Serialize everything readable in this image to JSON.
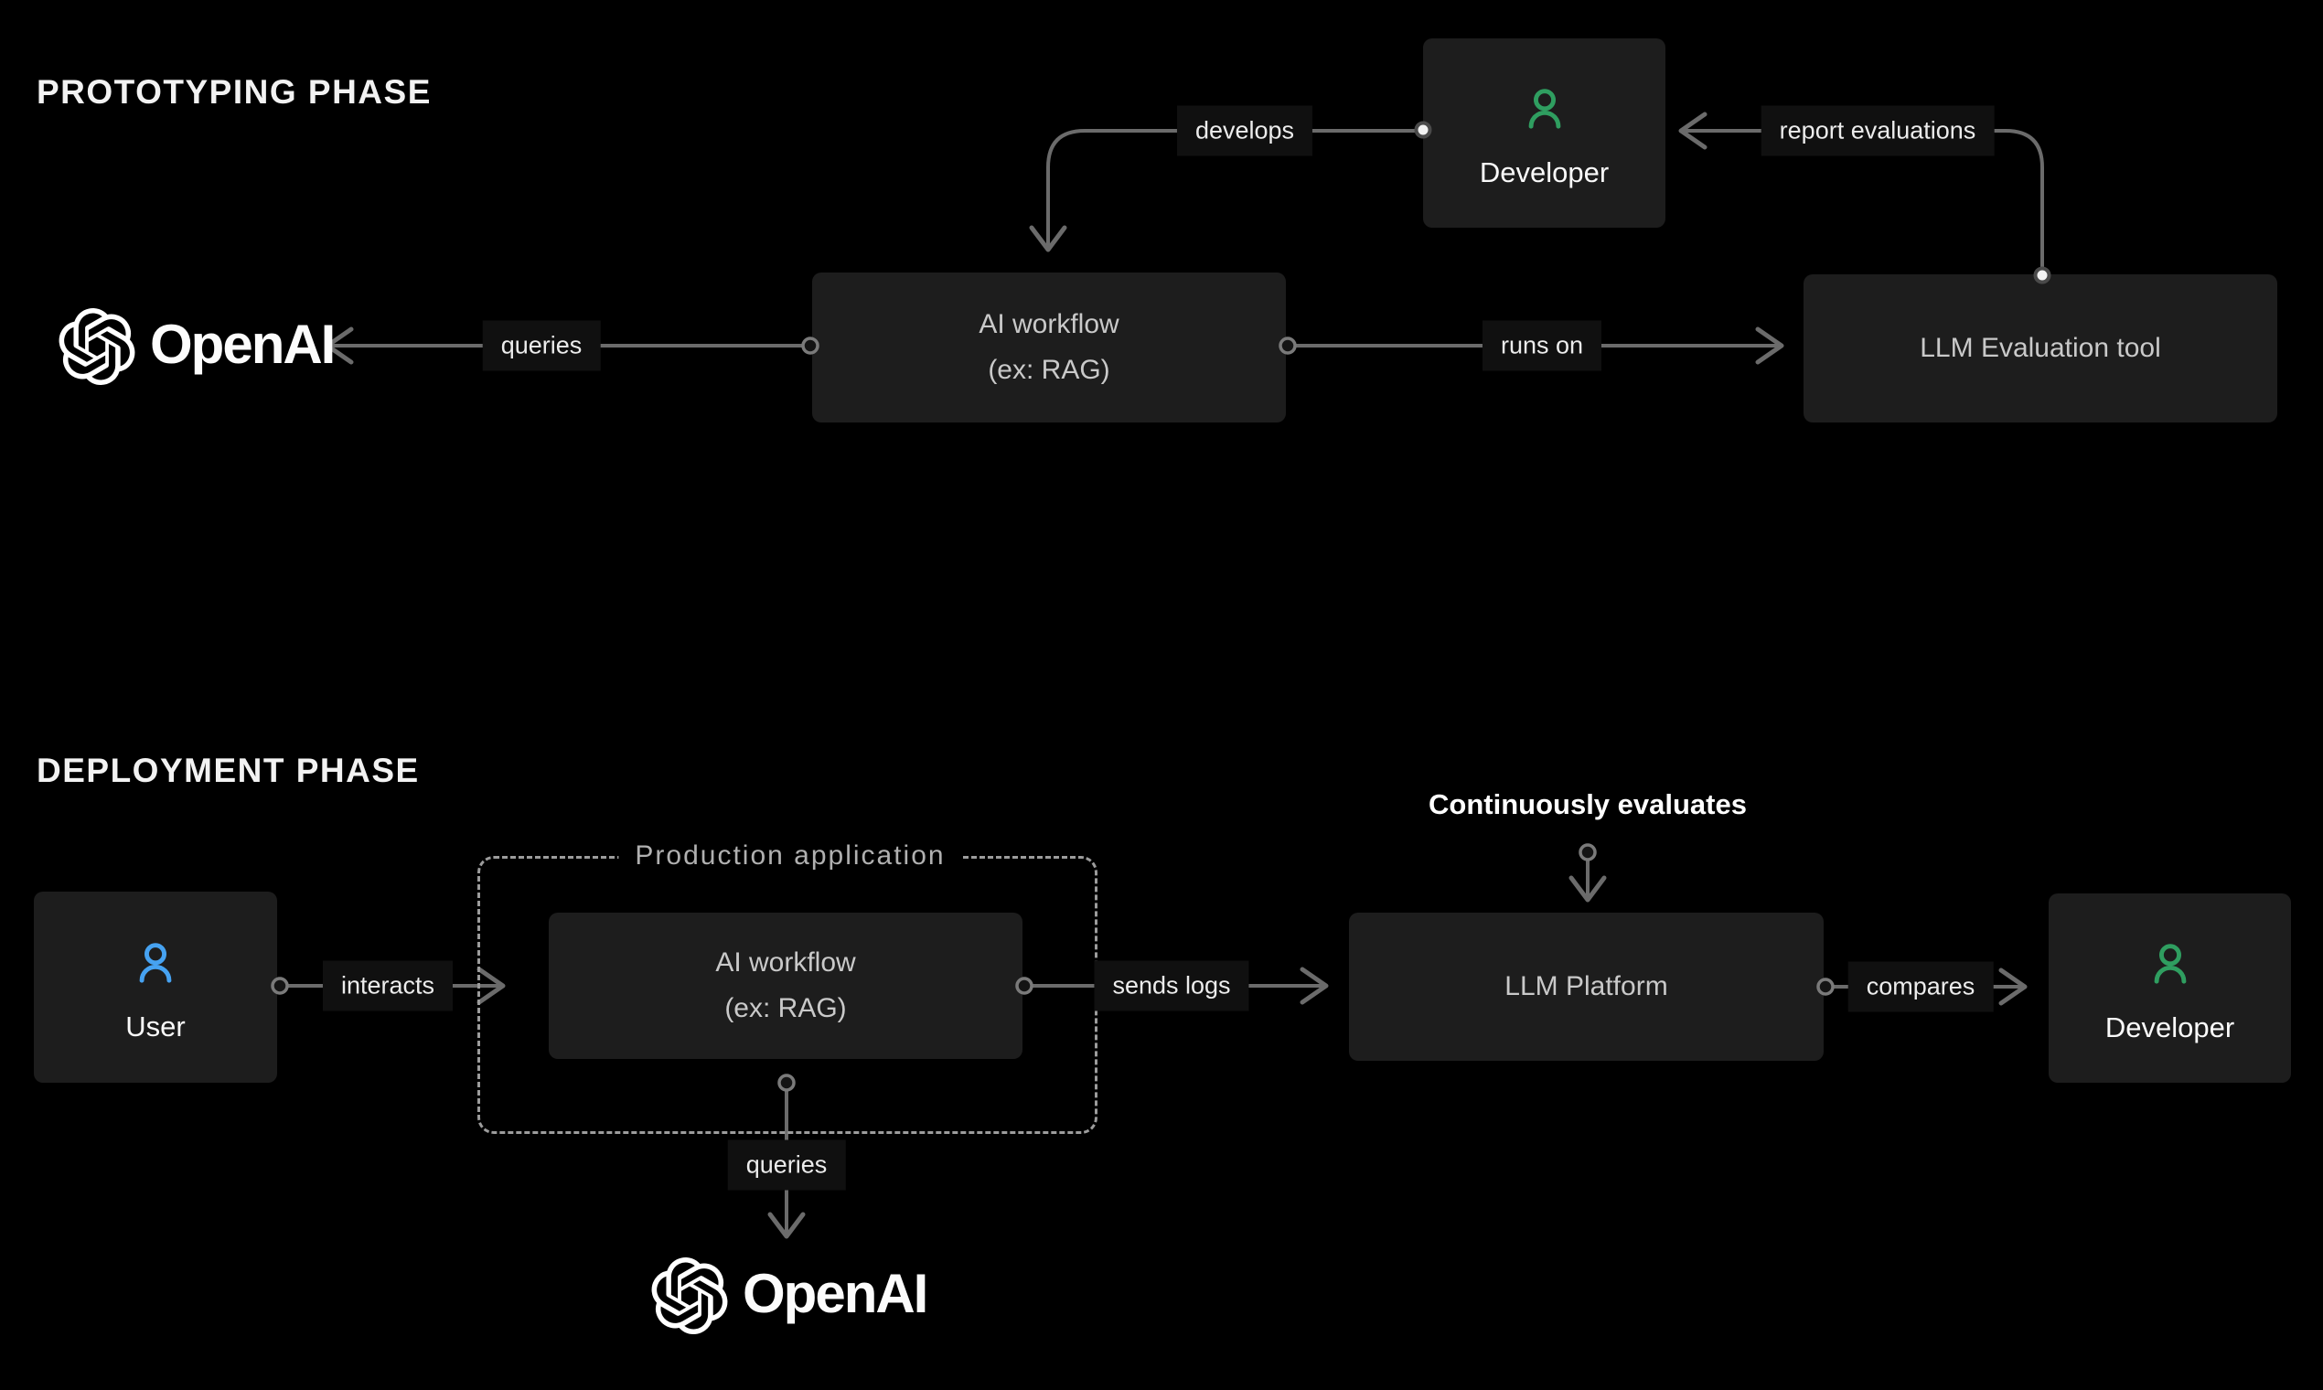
{
  "prototyping": {
    "title": "PROTOTYPING PHASE",
    "openai": {
      "wordmark": "OpenAI"
    },
    "nodes": {
      "developer": "Developer",
      "ai_workflow_line1": "AI workflow",
      "ai_workflow_line2": "(ex: RAG)",
      "llm_eval": "LLM Evaluation tool"
    },
    "edges": {
      "develops": "develops",
      "report_evaluations": "report evaluations",
      "queries": "queries",
      "runs_on": "runs on"
    }
  },
  "deployment": {
    "title": "DEPLOYMENT PHASE",
    "production_app": "Production application",
    "continuously_evaluates": "Continuously evaluates",
    "openai": {
      "wordmark": "OpenAI"
    },
    "nodes": {
      "user": "User",
      "ai_workflow_line1": "AI workflow",
      "ai_workflow_line2": "(ex: RAG)",
      "llm_platform": "LLM Platform",
      "developer": "Developer"
    },
    "edges": {
      "interacts": "interacts",
      "sends_logs": "sends logs",
      "queries": "queries",
      "compares": "compares"
    }
  },
  "icons": {
    "developer": "person-icon",
    "user": "person-icon",
    "openai": "openai-logo-icon"
  },
  "colors": {
    "background": "#000000",
    "node_background": "#1d1d1d",
    "node_text": "#c9c9c9",
    "person_text": "#fafafa",
    "edge_line": "#6b6b6b",
    "edge_label_text": "#ececec",
    "edge_label_background": "#101010",
    "dashed_border": "#9c9c9c",
    "frame_label_text": "#b0b0b0",
    "developer_icon_green": "#2f9e60",
    "user_icon_blue": "#46a2f1",
    "logo_white": "#ffffff"
  }
}
